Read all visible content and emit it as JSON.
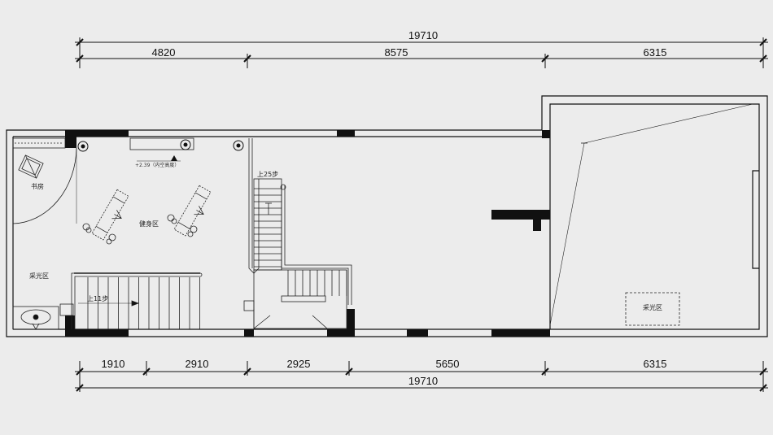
{
  "dimensions": {
    "top_total": "19710",
    "top_segments": [
      "4820",
      "8575",
      "6315"
    ],
    "bottom_segments": [
      "1910",
      "2910",
      "2925",
      "5650",
      "6315"
    ],
    "bottom_total": "19710"
  },
  "labels": {
    "study": "书房",
    "daylight_left": "采光区",
    "fitness": "健身区",
    "stairs_up_25": "上25步",
    "stairs_up_11": "上11步",
    "height_note": "+2.39（内空高度）",
    "daylight_right": "采光区"
  }
}
